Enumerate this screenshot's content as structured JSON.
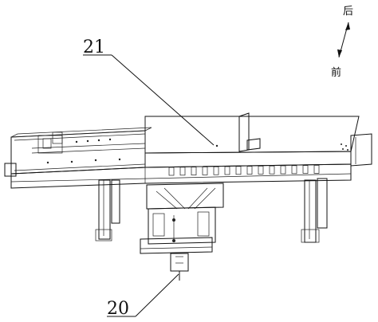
{
  "labels": {
    "part_21": "21",
    "part_20": "20"
  },
  "direction": {
    "rear": "后",
    "front": "前"
  },
  "colors": {
    "line": "#111111",
    "background": "#ffffff"
  }
}
